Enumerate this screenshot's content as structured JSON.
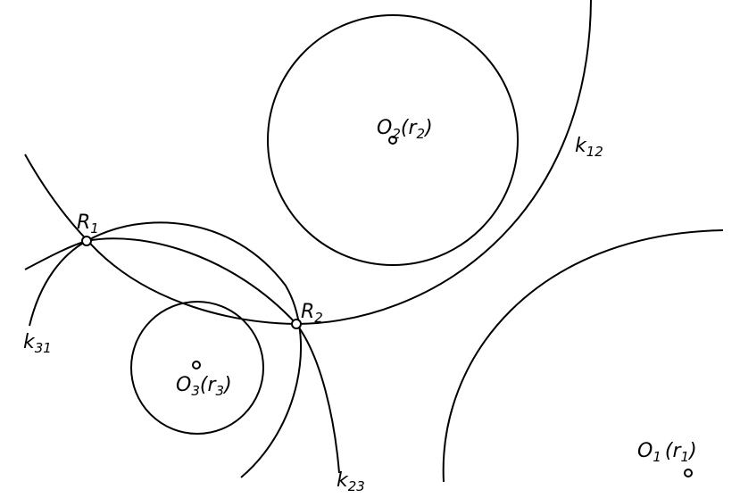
{
  "labels": {
    "o1": {
      "main": "O",
      "sub": "1",
      "rest": "(r",
      "rsub": "1",
      "close": ")"
    },
    "o2": {
      "main": "O",
      "sub": "2",
      "rest": "(r",
      "rsub": "2",
      "close": ")"
    },
    "o3": {
      "main": "O",
      "sub": "3",
      "rest": "(r",
      "rsub": "3",
      "close": ")"
    },
    "r1": {
      "main": "R",
      "sub": "1"
    },
    "r2": {
      "main": "R",
      "sub": "2"
    },
    "k12": {
      "main": "k",
      "sub": "12"
    },
    "k23": {
      "main": "k",
      "sub": "23"
    },
    "k31": {
      "main": "k",
      "sub": "31"
    }
  },
  "colors": {
    "ink": "#000000",
    "background": "#ffffff"
  }
}
